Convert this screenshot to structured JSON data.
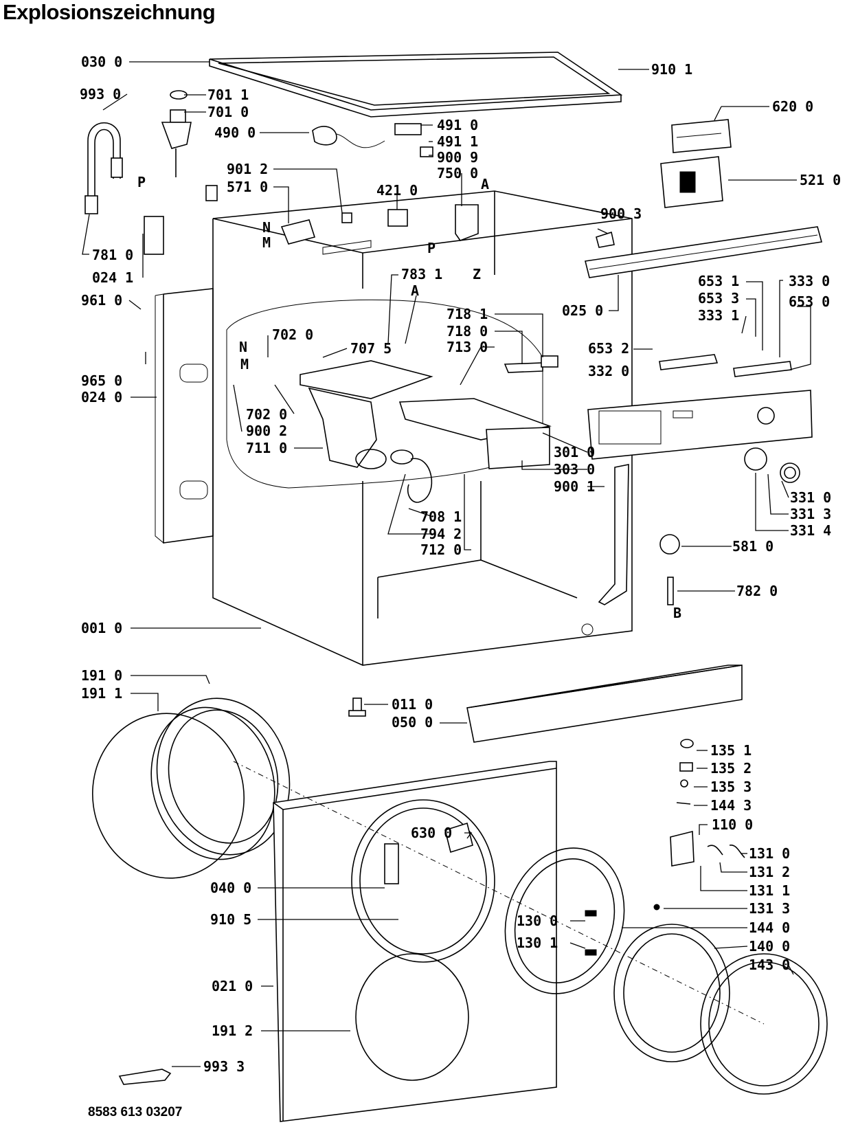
{
  "title": "Explosionszeichnung",
  "document_number": "8583 613 03207",
  "callouts": [
    {
      "id": "030 0",
      "markers": []
    },
    {
      "id": "910 1"
    },
    {
      "id": "993 0"
    },
    {
      "id": "701 1"
    },
    {
      "id": "701 0"
    },
    {
      "id": "490 0"
    },
    {
      "id": "491 0"
    },
    {
      "id": "491 1"
    },
    {
      "id": "900 9"
    },
    {
      "id": "750 0"
    },
    {
      "id": "620 0"
    },
    {
      "id": "901 2"
    },
    {
      "id": "571 0"
    },
    {
      "id": "421 0"
    },
    {
      "id": "521 0"
    },
    {
      "id": "900 3"
    },
    {
      "id": "781 0"
    },
    {
      "id": "024 1"
    },
    {
      "id": "783 1"
    },
    {
      "id": "025 0"
    },
    {
      "id": "653 1"
    },
    {
      "id": "333 0"
    },
    {
      "id": "653 3"
    },
    {
      "id": "653 0"
    },
    {
      "id": "333 1"
    },
    {
      "id": "961 0"
    },
    {
      "id": "718 1"
    },
    {
      "id": "718 0"
    },
    {
      "id": "713 0"
    },
    {
      "id": "702 0"
    },
    {
      "id": "707 5"
    },
    {
      "id": "653 2"
    },
    {
      "id": "332 0"
    },
    {
      "id": "965 0"
    },
    {
      "id": "024 0"
    },
    {
      "id": "702 0"
    },
    {
      "id": "900 2"
    },
    {
      "id": "711 0"
    },
    {
      "id": "301 0"
    },
    {
      "id": "303 0"
    },
    {
      "id": "900 1"
    },
    {
      "id": "331 0"
    },
    {
      "id": "331 3"
    },
    {
      "id": "331 4"
    },
    {
      "id": "708 1"
    },
    {
      "id": "794 2"
    },
    {
      "id": "712 0"
    },
    {
      "id": "581 0"
    },
    {
      "id": "782 0"
    },
    {
      "id": "001 0"
    },
    {
      "id": "191 0"
    },
    {
      "id": "191 1"
    },
    {
      "id": "011 0"
    },
    {
      "id": "050 0"
    },
    {
      "id": "135 1"
    },
    {
      "id": "135 2"
    },
    {
      "id": "135 3"
    },
    {
      "id": "144 3"
    },
    {
      "id": "110 0"
    },
    {
      "id": "630 0"
    },
    {
      "id": "131 0"
    },
    {
      "id": "131 2"
    },
    {
      "id": "040 0"
    },
    {
      "id": "131 1"
    },
    {
      "id": "910 5"
    },
    {
      "id": "131 3"
    },
    {
      "id": "130 0"
    },
    {
      "id": "144 0"
    },
    {
      "id": "130 1"
    },
    {
      "id": "140 0"
    },
    {
      "id": "021 0"
    },
    {
      "id": "143 0"
    },
    {
      "id": "191 2"
    },
    {
      "id": "993 3"
    }
  ],
  "markers": [
    "P",
    "N",
    "M",
    "A",
    "P",
    "Z",
    "A",
    "N",
    "M",
    "B"
  ]
}
